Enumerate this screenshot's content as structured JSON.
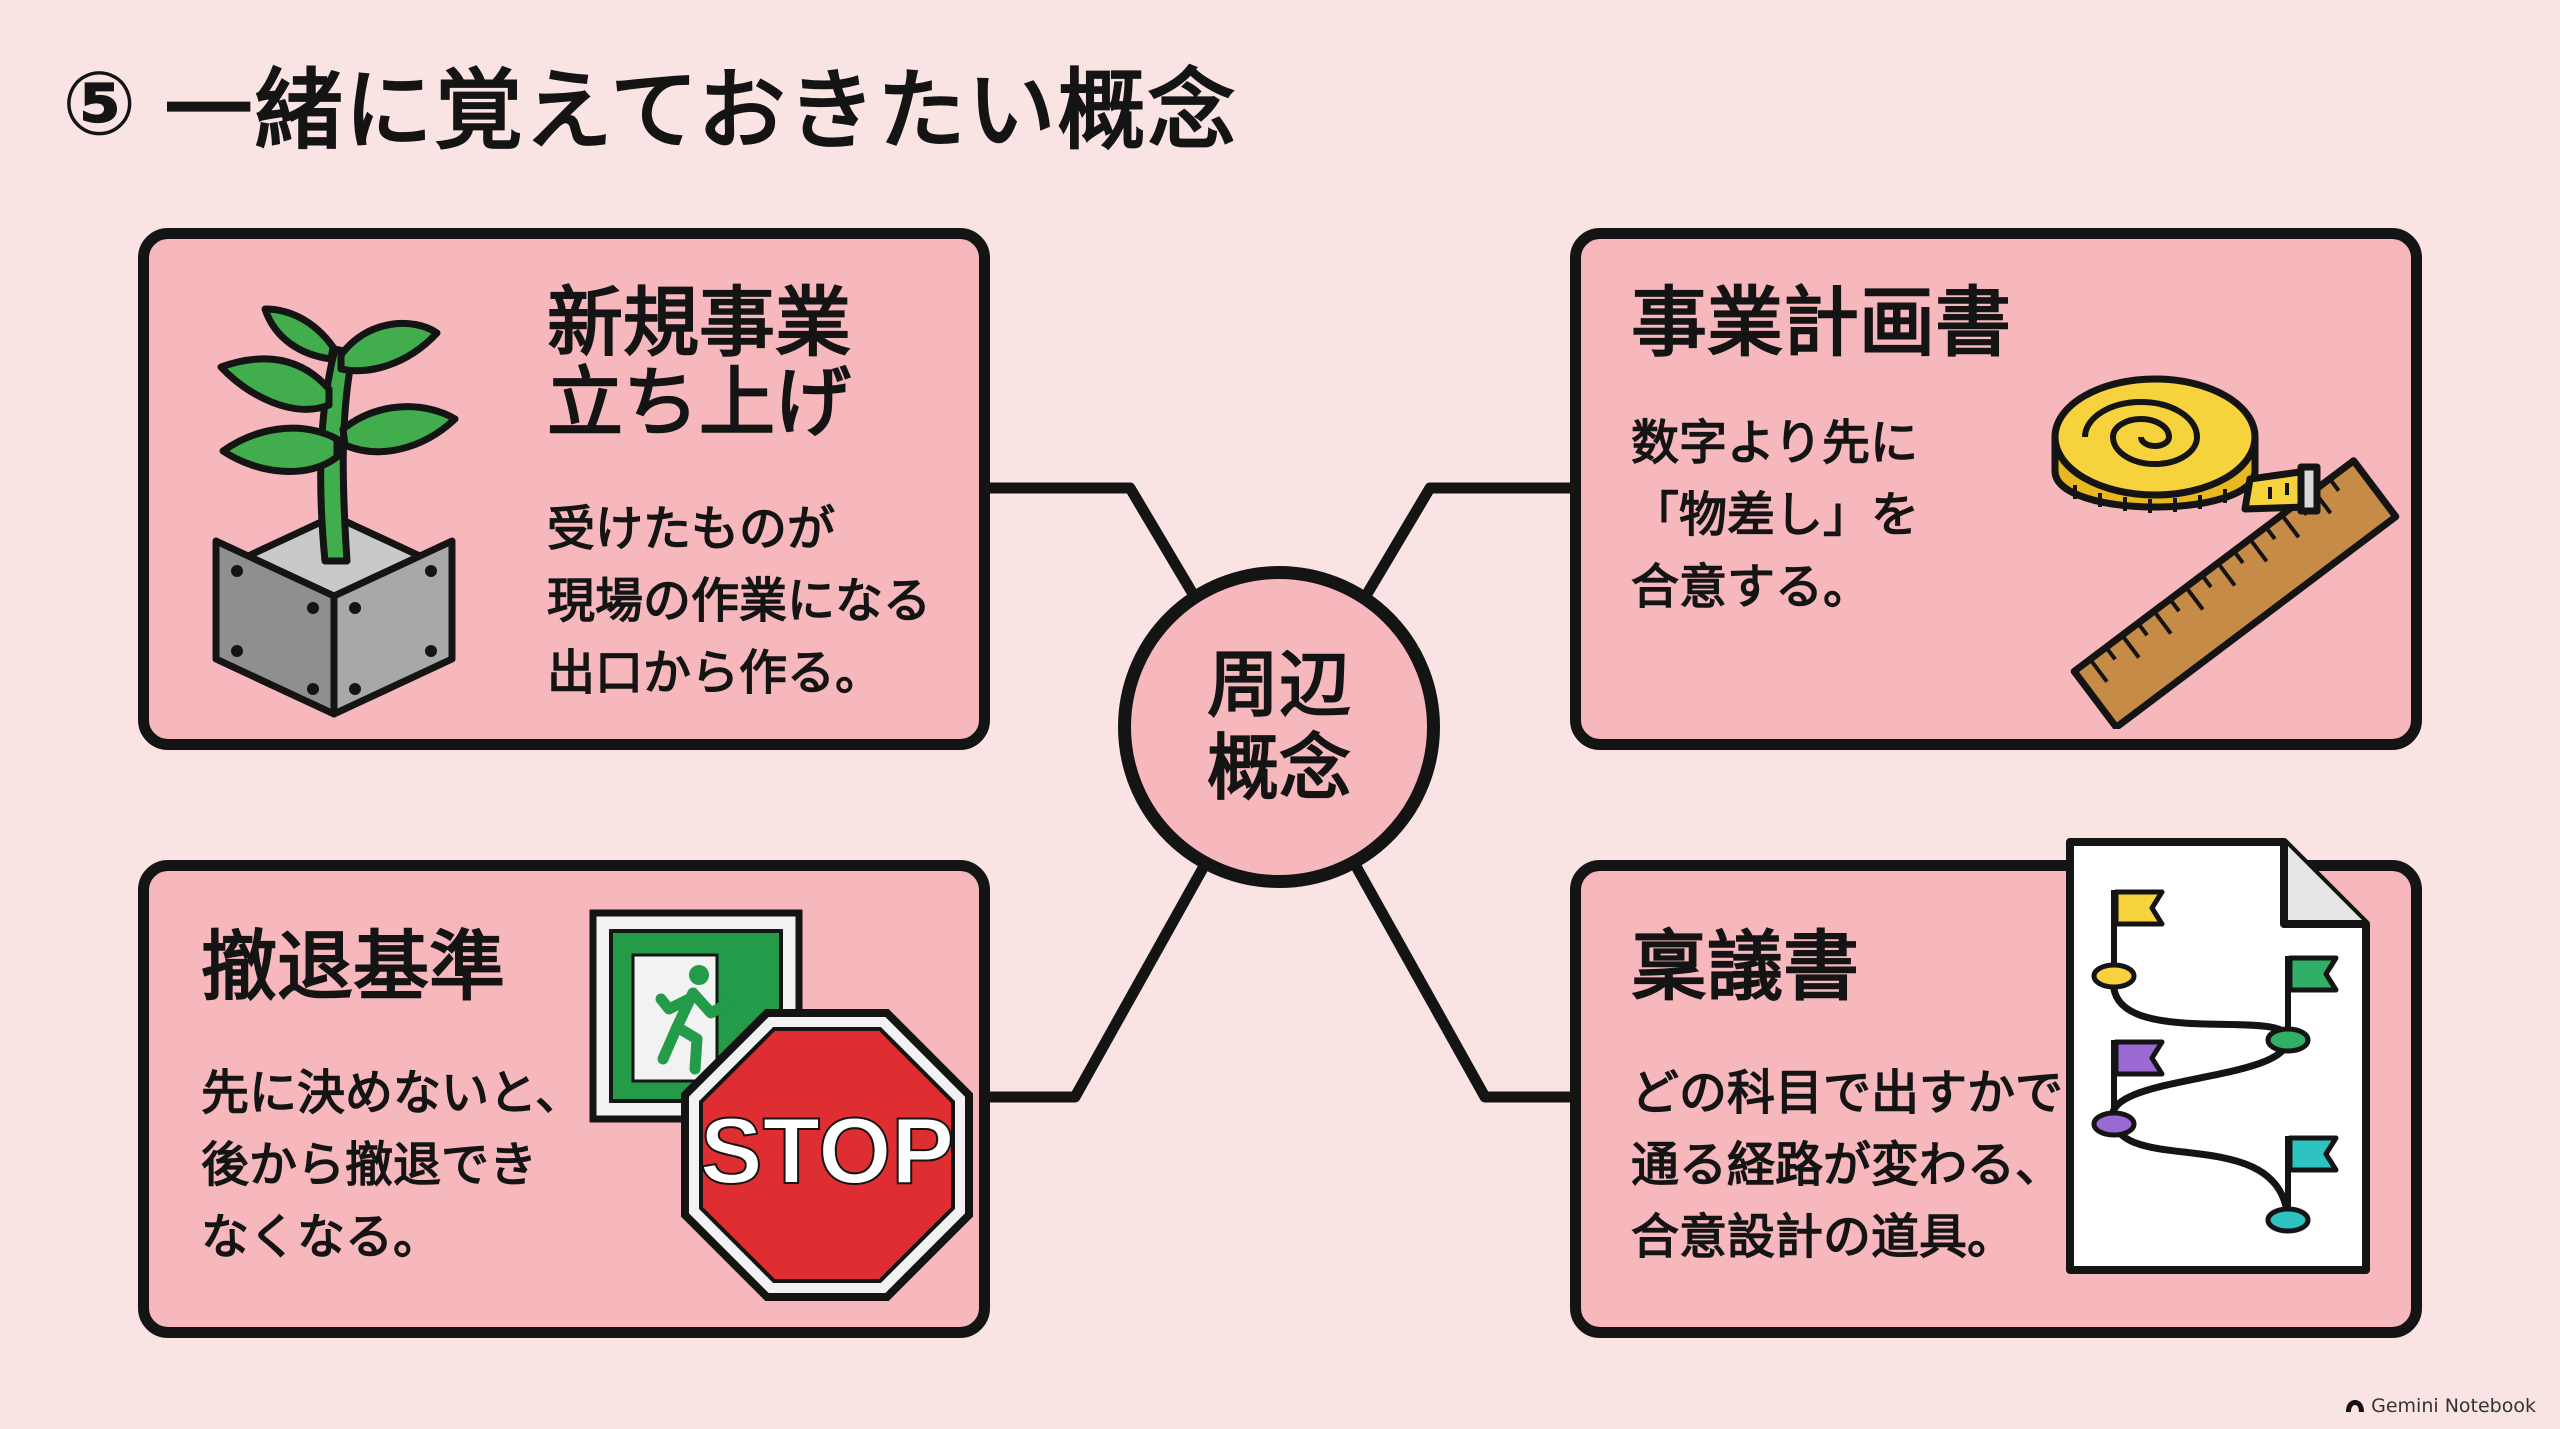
{
  "title": {
    "number": "⑤",
    "text": "一緒に覚えておきたい概念"
  },
  "hub": {
    "label": "周辺\n概念"
  },
  "cards": {
    "new_business": {
      "heading": "新規事業\n立ち上げ",
      "body": "受けたものが\n現場の作業になる\n出口から作る。",
      "icon": "sprout-on-cube"
    },
    "business_plan": {
      "heading": "事業計画書",
      "body": "数字より先に\n「物差し」を\n合意する。",
      "icon": "tape-measure-and-ruler"
    },
    "exit_criteria": {
      "heading": "撤退基準",
      "body": "先に決めないと、\n後から撤退でき\nなくなる。",
      "icon": "exit-sign-and-stop-sign",
      "stop_sign_text": "STOP"
    },
    "ringi": {
      "heading": "稟議書",
      "body": "どの科目で出すかで\n通る経路が変わる、\n合意設計の道具。",
      "icon": "route-map-document"
    }
  },
  "watermark": {
    "text": "Gemini Notebook"
  },
  "colors": {
    "background": "#fae3e3",
    "card_fill": "#f7b8bd",
    "outline": "#141414",
    "stop_red": "#de2e32",
    "exit_green": "#239b48",
    "leaf_green": "#42ad4c",
    "tape_yellow": "#f6d23c",
    "ruler_brown": "#c68c47"
  }
}
